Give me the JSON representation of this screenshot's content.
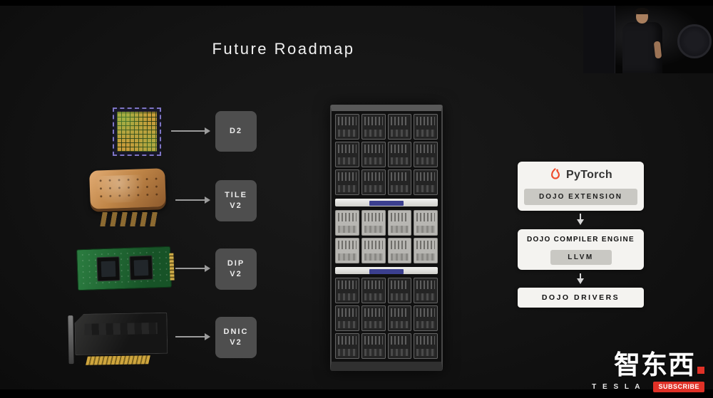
{
  "slide": {
    "title": "Future Roadmap"
  },
  "hardware": {
    "items": [
      {
        "id": "d2",
        "line1": "D2",
        "line2": ""
      },
      {
        "id": "tile-v2",
        "line1": "TILE",
        "line2": "V2"
      },
      {
        "id": "dip-v2",
        "line1": "DIP",
        "line2": "V2"
      },
      {
        "id": "dnic-v2",
        "line1": "DNIC",
        "line2": "V2"
      }
    ]
  },
  "software_stack": {
    "pytorch_brand": "PyTorch",
    "pytorch_sub": "DOJO EXTENSION",
    "compiler_title": "DOJO COMPILER ENGINE",
    "compiler_sub": "LLVM",
    "drivers": "DOJO DRIVERS"
  },
  "colors": {
    "pytorch_orange": "#ee4c2c",
    "panel_bg": "#f4f3f0",
    "subbox_bg": "#c9c8c3",
    "label_box_bg": "#4e4e4e",
    "subscribe_red": "#e03127"
  },
  "watermark": {
    "logo": "智东西",
    "tesla": "T E S L A",
    "subscribe": "SUBSCRIBE"
  }
}
